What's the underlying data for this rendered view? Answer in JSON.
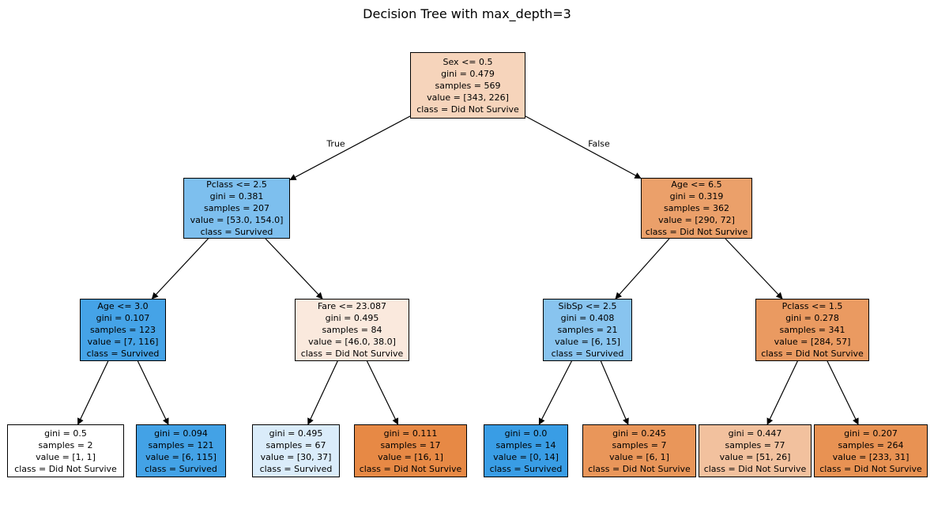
{
  "title": "Decision Tree with max_depth=3",
  "edge_labels": {
    "true_branch": "True",
    "false_branch": "False"
  },
  "tree": {
    "nodes": [
      {
        "id": "root",
        "condition": "Sex <= 0.5",
        "gini": "gini = 0.479",
        "samples": "samples = 569",
        "value": "value = [343, 226]",
        "class_label": "class = Did Not Survive",
        "fill": "#f6d4bb"
      },
      {
        "id": "depth1-left",
        "condition": "Pclass <= 2.5",
        "gini": "gini = 0.381",
        "samples": "samples = 207",
        "value": "value = [53.0, 154.0]",
        "class_label": "class = Survived",
        "fill": "#7dbfee"
      },
      {
        "id": "depth1-right",
        "condition": "Age <= 6.5",
        "gini": "gini = 0.319",
        "samples": "samples = 362",
        "value": "value = [290, 72]",
        "class_label": "class = Did Not Survive",
        "fill": "#eba06a"
      },
      {
        "id": "depth2-node1",
        "condition": "Age <= 3.0",
        "gini": "gini = 0.107",
        "samples": "samples = 123",
        "value": "value = [7, 116]",
        "class_label": "class = Survived",
        "fill": "#45a3e7"
      },
      {
        "id": "depth2-node2",
        "condition": "Fare <= 23.087",
        "gini": "gini = 0.495",
        "samples": "samples = 84",
        "value": "value = [46.0, 38.0]",
        "class_label": "class = Did Not Survive",
        "fill": "#fae9dd"
      },
      {
        "id": "depth2-node3",
        "condition": "SibSp <= 2.5",
        "gini": "gini = 0.408",
        "samples": "samples = 21",
        "value": "value = [6, 15]",
        "class_label": "class = Survived",
        "fill": "#88c4ef"
      },
      {
        "id": "depth2-node4",
        "condition": "Pclass <= 1.5",
        "gini": "gini = 0.278",
        "samples": "samples = 341",
        "value": "value = [284, 57]",
        "class_label": "class = Did Not Survive",
        "fill": "#ea9a61"
      },
      {
        "id": "leaf1",
        "gini": "gini = 0.5",
        "samples": "samples = 2",
        "value": "value = [1, 1]",
        "class_label": "class = Did Not Survive",
        "fill": "#ffffff"
      },
      {
        "id": "leaf2",
        "gini": "gini = 0.094",
        "samples": "samples = 121",
        "value": "value = [6, 115]",
        "class_label": "class = Survived",
        "fill": "#43a2e6"
      },
      {
        "id": "leaf3",
        "gini": "gini = 0.495",
        "samples": "samples = 67",
        "value": "value = [30, 37]",
        "class_label": "class = Survived",
        "fill": "#daecfa"
      },
      {
        "id": "leaf4",
        "gini": "gini = 0.111",
        "samples": "samples = 17",
        "value": "value = [16, 1]",
        "class_label": "class = Did Not Survive",
        "fill": "#e78945"
      },
      {
        "id": "leaf5",
        "gini": "gini = 0.0",
        "samples": "samples = 14",
        "value": "value = [0, 14]",
        "class_label": "class = Survived",
        "fill": "#399de5"
      },
      {
        "id": "leaf6",
        "gini": "gini = 0.245",
        "samples": "samples = 7",
        "value": "value = [6, 1]",
        "class_label": "class = Did Not Survive",
        "fill": "#e9965a"
      },
      {
        "id": "leaf7",
        "gini": "gini = 0.447",
        "samples": "samples = 77",
        "value": "value = [51, 26]",
        "class_label": "class = Did Not Survive",
        "fill": "#f2c19e"
      },
      {
        "id": "leaf8",
        "gini": "gini = 0.207",
        "samples": "samples = 264",
        "value": "value = [233, 31]",
        "class_label": "class = Did Not Survive",
        "fill": "#e89253"
      }
    ],
    "class_colors": {
      "did_not_survive": "#e58139",
      "survived": "#399de5"
    }
  }
}
